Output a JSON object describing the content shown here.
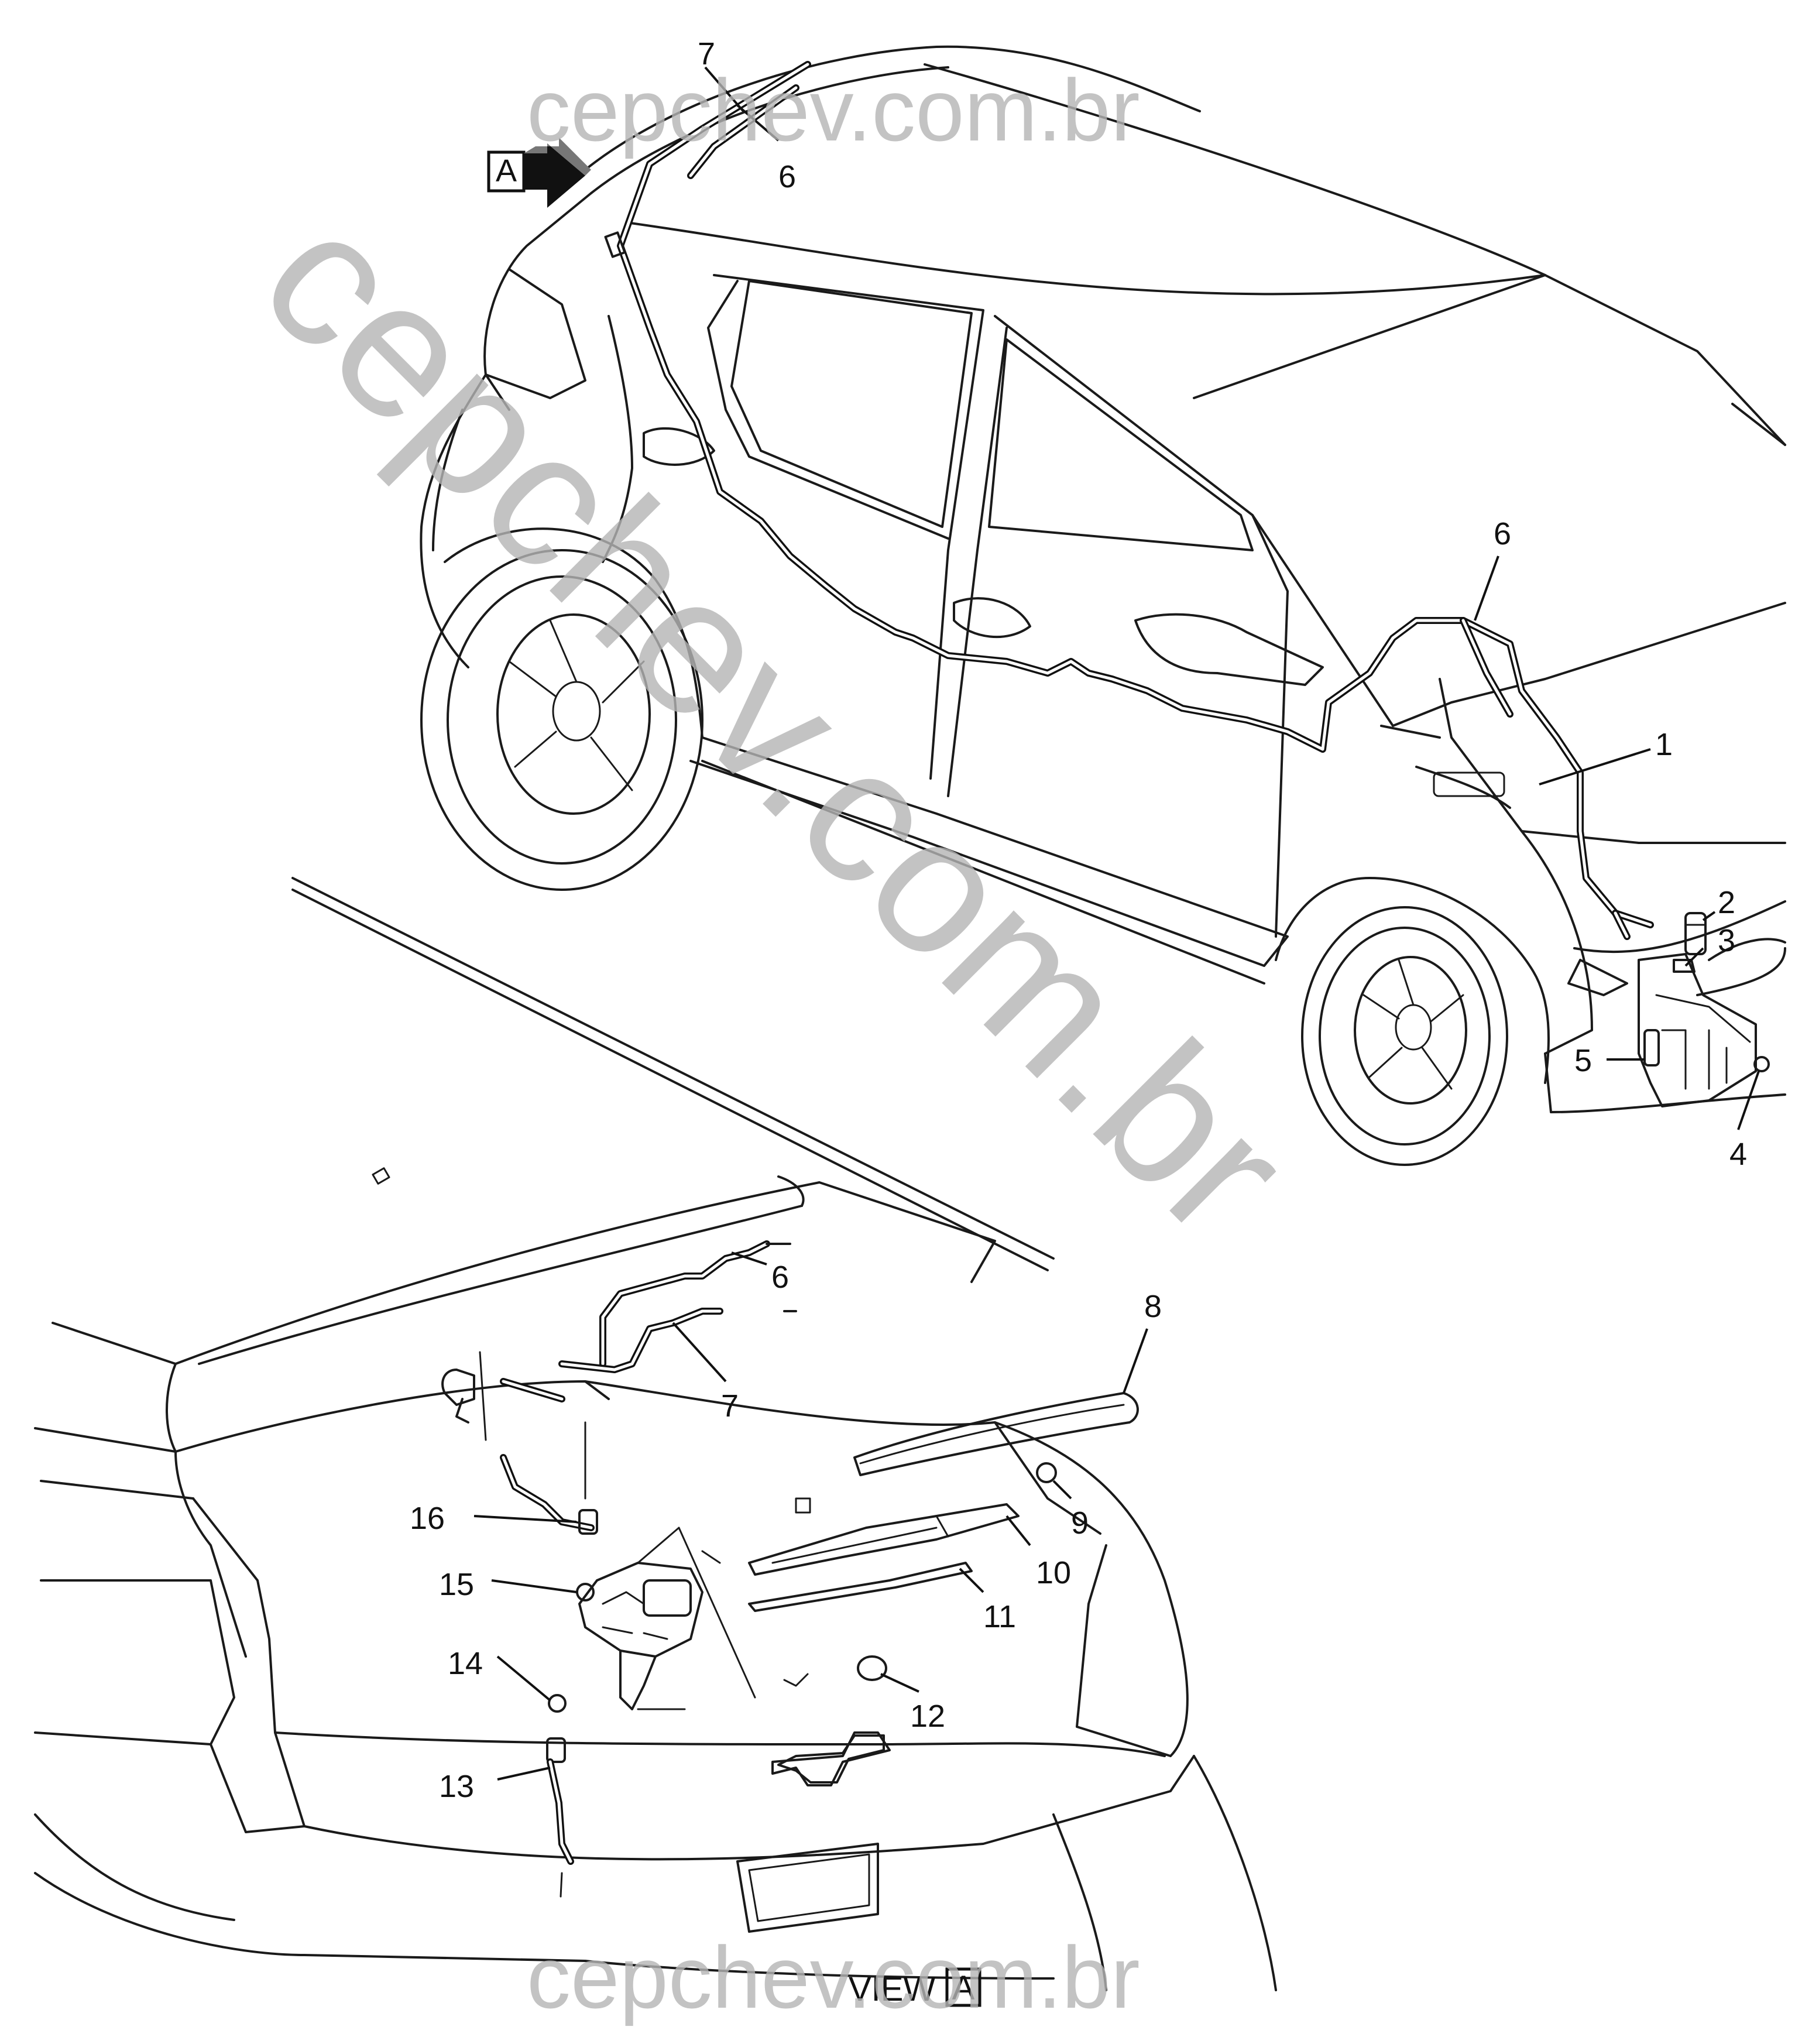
{
  "watermarks": {
    "top": "cepchev.com.br",
    "diagonal": "cepchev.com.br",
    "bottom": "cepchev.com.br"
  },
  "view_marker": {
    "letter": "A"
  },
  "view_label": {
    "prefix": "VIEW",
    "letter": "A"
  },
  "callouts": {
    "c7_top": "7",
    "c6_top": "6",
    "c6_hood": "6",
    "c1": "1",
    "c2": "2",
    "c3": "3",
    "c4": "4",
    "c5": "5",
    "c6_view": "6",
    "c7_view": "7",
    "c8": "8",
    "c9": "9",
    "c10": "10",
    "c11": "11",
    "c12": "12",
    "c13": "13",
    "c14": "14",
    "c15": "15",
    "c16": "16"
  }
}
